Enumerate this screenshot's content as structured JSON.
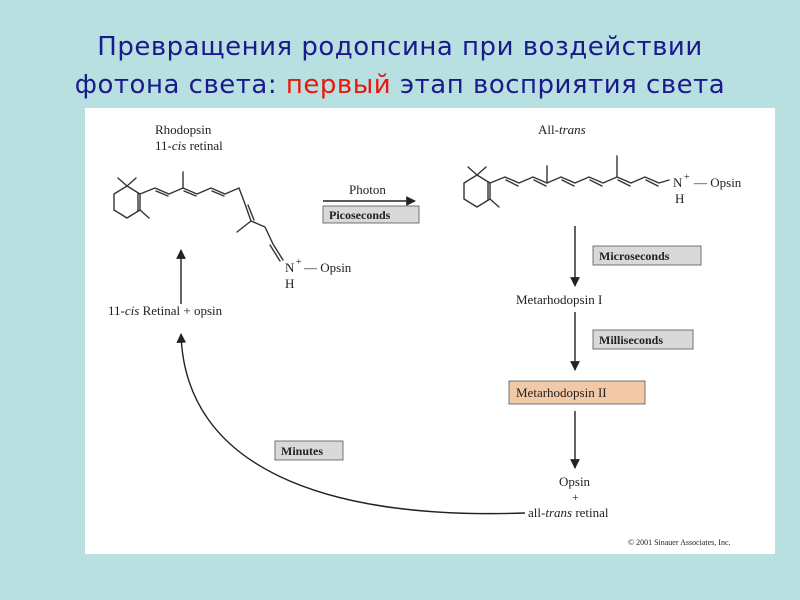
{
  "title": {
    "line1": "Превращения родопсина при воздействии",
    "line2_before": "фотона света: ",
    "line2_highlight": "первый",
    "line2_after": " этап восприятия света"
  },
  "diagram": {
    "rhodopsin_label": "Rhodopsin",
    "cis_label_prefix": "11-",
    "cis_label_italic": "cis",
    "cis_label_suffix": " retinal",
    "all_trans_prefix": "All-",
    "all_trans_italic": "trans",
    "photon_label": "Photon",
    "picoseconds_label": "Picoseconds",
    "microseconds_label": "Microseconds",
    "metarhodopsin1_label": "Metarhodopsin I",
    "milliseconds_label": "Milliseconds",
    "metarhodopsin2_label": "Metarhodopsin II",
    "minutes_label": "Minutes",
    "opsin_label": "Opsin",
    "plus_label": "+",
    "all_trans_retinal_prefix": "all-",
    "all_trans_retinal_italic": "trans",
    "all_trans_retinal_suffix": " retinal",
    "cis_retinal_opsin_prefix": "11-",
    "cis_retinal_opsin_italic": "cis",
    "cis_retinal_opsin_suffix": " Retinal + opsin",
    "nitrogen_label": "N",
    "charge_label": "+",
    "hydrogen_label": "H",
    "bond_opsin_label": "— Opsin",
    "copyright": "© 2001 Sinauer Associates, Inc."
  },
  "colors": {
    "background": "#b9e0e0",
    "title_text": "#1a1a8c",
    "title_highlight": "#e8170f",
    "metarhodopsin2_fill": "#f2c9a6",
    "label_box_fill": "#d9d9d9"
  }
}
